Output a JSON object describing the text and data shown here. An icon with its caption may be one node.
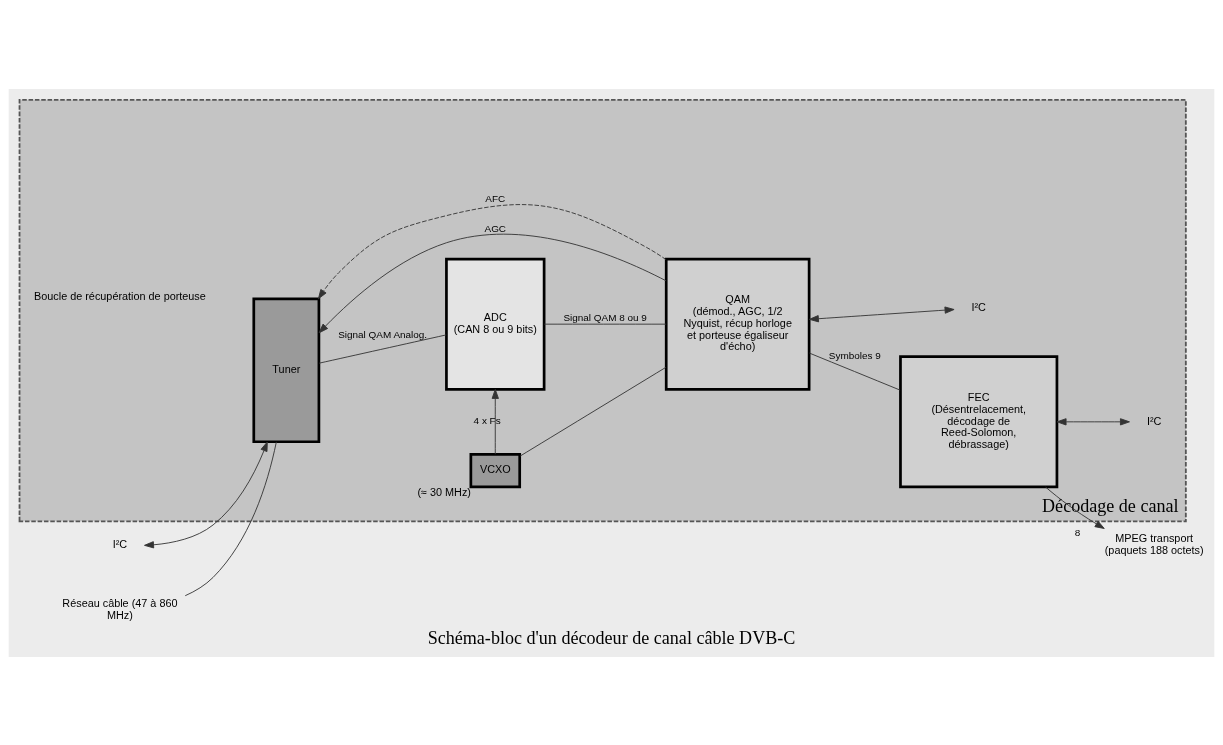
{
  "diagram": {
    "caption": "Schéma-bloc d'un décodeur de canal câble DVB-C",
    "nodes": [
      {
        "text": [
          "Décodage de canal"
        ]
      },
      {
        "text": [
          "Réseau câble (47 à 860 MHz)"
        ]
      },
      {
        "text": [
          "Tuner"
        ],
        "in": 0
      },
      {
        "text": [
          "ADC",
          "(CAN 8 ou 9 bits)"
        ],
        "in": 0
      },
      {
        "text": [
          "QAM",
          "(démod., AGC, 1/2 Nyquist, récup horloge et porteuse égaliseur d'écho)"
        ],
        "in": 0
      },
      {
        "text": [
          "FEC",
          "(Désentrelacement, décodage de Reed-Solomon, débrassage)"
        ],
        "in": 0
      },
      {
        "text": [
          "VCXO"
        ],
        "beside": [
          "(≈ 30 MHz)"
        ],
        "in": 0
      },
      {
        "text": [
          "I²C"
        ]
      },
      {
        "text": [
          "I²C"
        ],
        "in": 0
      },
      {
        "text": [
          "I²C"
        ],
        "in": 0
      },
      {
        "text": [
          "MPEG transport (paquets 188 octets)"
        ]
      }
    ],
    "edges": [
      {
        "from": 1,
        "to": 2,
        "arrow": "none"
      },
      {
        "from": 2,
        "to": 3,
        "arrow": "none",
        "label": "Signal QAM Analog."
      },
      {
        "from": 3,
        "to": 4,
        "arrow": "none",
        "label": "Signal QAM 8 ou 9"
      },
      {
        "from": 4,
        "to": 5,
        "arrow": "none",
        "label": "Symboles 9"
      },
      {
        "from": 5,
        "to": 10,
        "arrow": "to",
        "label": "8"
      },
      {
        "from": 2,
        "to": 7,
        "arrow": "both"
      },
      {
        "from": 4,
        "to": 8,
        "arrow": "both"
      },
      {
        "from": 5,
        "to": 9,
        "arrow": "both"
      },
      {
        "from": 6,
        "to": 3,
        "arrow": "to",
        "label": "4 x Fs"
      },
      {
        "from": 4,
        "to": 6,
        "arrow": "none"
      },
      {
        "from": 4,
        "to": 2,
        "arrow": "to",
        "label": "AGC"
      },
      {
        "from": 4,
        "to": 2,
        "arrow": "to",
        "label": "AFC",
        "style": "dashed"
      }
    ],
    "labels": [
      "Boucle de récupération de porteuse"
    ]
  }
}
